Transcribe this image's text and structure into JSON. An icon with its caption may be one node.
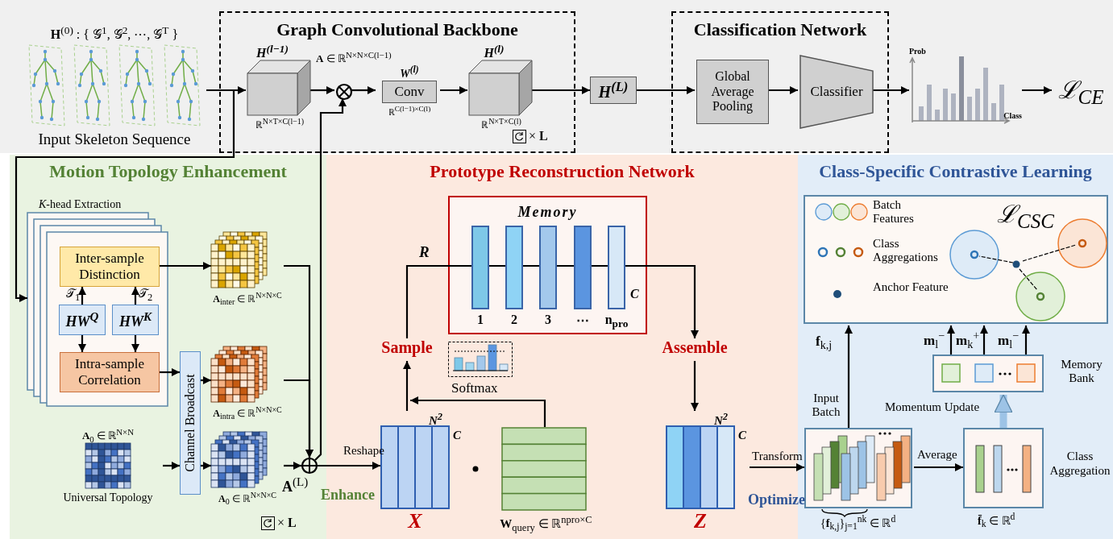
{
  "diagram": {
    "nodes": [
      {
        "text": [
          "Graph Convolutional Backbone"
        ]
      },
      {
        "text": [
          "Classification Network"
        ]
      },
      {
        "text": [
          "Motion Topology Enhancement"
        ]
      },
      {
        "text": [
          "Prototype Reconstruction Network"
        ]
      },
      {
        "text": [
          "Class-Specific Contrastive Learning"
        ]
      },
      {
        "text": [
          "**H**$^{(0)}$ : { 𝒢$^{1}$, 𝒢$^{2}$, ⋯, 𝒢$^{T}$ }",
          "Input Skeleton Sequence"
        ]
      },
      {
        "text": [
          "H$^{(l−1)}$"
        ],
        "beside": [
          "ℝ$^{N×T×C(l−1)}$"
        ],
        "in": 0
      },
      {
        "text": [],
        "shape": "circle",
        "in": 0
      },
      {
        "text": [
          "Conv"
        ],
        "beside": [
          "W$^{(l)}$",
          "ℝ$^{C(l−1)×C(l)}$"
        ],
        "in": 0
      },
      {
        "text": [
          "H$^{(l)}$"
        ],
        "beside": [
          "ℝ$^{N×T×C(l)}$"
        ],
        "in": 0
      },
      {
        "text": [
          "H$^{(L)}$"
        ]
      },
      {
        "text": [
          "Global Average Pooling"
        ],
        "in": 1
      },
      {
        "text": [
          "Classifier"
        ],
        "in": 1
      },
      {
        "text": [
          "Prob",
          "Class"
        ]
      },
      {
        "text": [
          "ℒ$_{CE}$"
        ]
      },
      {
        "text": [
          "*K*-head Extraction"
        ],
        "in": 2
      },
      {
        "text": [
          "Inter-sample Distinction"
        ],
        "in": 15
      },
      {
        "text": [
          "HW$^{Q}$"
        ],
        "in": 15
      },
      {
        "text": [
          "HW$^{K}$"
        ],
        "in": 15
      },
      {
        "text": [
          "Intra-sample Correlation"
        ],
        "in": 15
      },
      {
        "text": [
          "Channel Broadcast"
        ],
        "in": 2
      },
      {
        "text": [
          "**A**$_{0}$ ∈ ℝ$^{N×N}$",
          "Universal Topology"
        ],
        "in": 2
      },
      {
        "text": [
          "**A**$_{inter}$ ∈ ℝ$^{N×N×C}$"
        ],
        "in": 2
      },
      {
        "text": [
          "**A**$_{intra}$ ∈ ℝ$^{N×N×C}$"
        ],
        "in": 2
      },
      {
        "text": [
          "**A**$_{0}$ ∈ ℝ$^{N×N×C}$"
        ],
        "in": 2
      },
      {
        "text": [],
        "shape": "circle",
        "in": 2
      },
      {
        "text": [
          "X"
        ],
        "beside": [
          "N$^{2}$",
          "C"
        ],
        "in": 3
      },
      {
        "text": [
          "Memory"
        ],
        "in": 3
      },
      {
        "text": [
          "1"
        ],
        "in": 27
      },
      {
        "text": [
          "2"
        ],
        "in": 27
      },
      {
        "text": [
          "3"
        ],
        "in": 27
      },
      {
        "text": [
          "⋯"
        ],
        "in": 27
      },
      {
        "text": [
          "n$_{pro}$"
        ],
        "in": 27
      },
      {
        "text": [
          "Sample"
        ],
        "in": 3
      },
      {
        "text": [
          "Assemble"
        ],
        "in": 3
      },
      {
        "text": [
          "**W**$_{query}$ ∈ ℝ$^{npro×C}$"
        ],
        "in": 3
      },
      {
        "text": [
          "Z"
        ],
        "beside": [
          "N$^{2}$",
          "C"
        ],
        "in": 3
      },
      {
        "text": [
          "Input Batch"
        ],
        "beside": [
          "{**f**$_{k,j}$}$_{j=1}$$^{nk}$ ∈ ℝ$^{d}$"
        ],
        "in": 4
      },
      {
        "text": [
          "Class Aggregation"
        ],
        "beside": [
          "**f̄**$_{k}$ ∈ ℝ$^{d}$"
        ],
        "in": 4
      },
      {
        "text": [
          "Memory Bank"
        ],
        "in": 4
      },
      {
        "text": [
          "ℒ$_{CSC}$"
        ],
        "in": 4
      }
    ],
    "edges": [
      {
        "from": 5,
        "to": 6,
        "arrow": "to"
      },
      {
        "from": 6,
        "to": 7,
        "arrow": "to"
      },
      {
        "from": 7,
        "to": 8,
        "arrow": "to"
      },
      {
        "from": 8,
        "to": 9,
        "arrow": "to"
      },
      {
        "from": 9,
        "to": 10,
        "arrow": "to"
      },
      {
        "from": 10,
        "to": 11,
        "arrow": "to"
      },
      {
        "from": 11,
        "to": 12,
        "arrow": "to"
      },
      {
        "from": 12,
        "to": 13,
        "arrow": "to"
      },
      {
        "from": 13,
        "to": 14,
        "arrow": "to"
      },
      {
        "from": 5,
        "to": 15,
        "arrow": "to"
      },
      {
        "from": 17,
        "to": 16,
        "arrow": "to",
        "label": "𝒯$_{1}$"
      },
      {
        "from": 18,
        "to": 16,
        "arrow": "to",
        "label": "𝒯$_{2}$"
      },
      {
        "from": 17,
        "to": 19,
        "arrow": "to"
      },
      {
        "from": 18,
        "to": 19,
        "arrow": "to"
      },
      {
        "from": 16,
        "to": 22,
        "arrow": "to"
      },
      {
        "from": 19,
        "to": 20,
        "arrow": "to"
      },
      {
        "from": 21,
        "to": 20,
        "arrow": "to"
      },
      {
        "from": 20,
        "to": 23,
        "arrow": "to"
      },
      {
        "from": 20,
        "to": 24,
        "arrow": "to"
      },
      {
        "from": 22,
        "to": 25,
        "arrow": "to"
      },
      {
        "from": 23,
        "to": 25,
        "arrow": "to"
      },
      {
        "from": 24,
        "to": 25,
        "arrow": "to"
      },
      {
        "from": 25,
        "to": 7,
        "arrow": "to"
      },
      {
        "from": 25,
        "to": 26,
        "arrow": "to",
        "label": "Reshape"
      },
      {
        "from": 26,
        "to": 33,
        "arrow": "to"
      },
      {
        "from": 33,
        "to": 27,
        "arrow": "none",
        "label": "R"
      },
      {
        "from": 27,
        "to": 34,
        "arrow": "to"
      },
      {
        "from": 34,
        "to": 36,
        "arrow": "to"
      },
      {
        "from": 35,
        "to": 26,
        "arrow": "to",
        "label": "Softmax"
      },
      {
        "from": 36,
        "to": 37,
        "arrow": "to",
        "label": "Transform"
      },
      {
        "from": 37,
        "to": 38,
        "arrow": "to",
        "label": "Average"
      },
      {
        "from": 38,
        "to": 39,
        "arrow": "to",
        "label": "Momentum Update",
        "style": "thick",
        "color": "#9dc3e6"
      },
      {
        "from": 37,
        "to": 40,
        "arrow": "to",
        "label": "**f**$_{k,j}$"
      },
      {
        "from": 39,
        "to": 40,
        "arrow": "to",
        "label": "**m**$_{l}$$^{−}$"
      },
      {
        "from": 39,
        "to": 40,
        "arrow": "to",
        "label": "**m**$_{k}$$^{+}$"
      },
      {
        "from": 39,
        "to": 40,
        "arrow": "to",
        "label": "**m**$_{l}$$^{−}$"
      }
    ],
    "labels": [
      "**A** ∈ ℝ$^{N×N×C(l−1)}$",
      "× **L**",
      "C",
      "**A**$^{(L)}$",
      "Enhance",
      "Optimize",
      "× **L**"
    ],
    "legend": [
      {
        "text": "Batch Features"
      },
      {
        "text": "Class Aggregations"
      },
      {
        "text": "Anchor Feature"
      }
    ]
  }
}
